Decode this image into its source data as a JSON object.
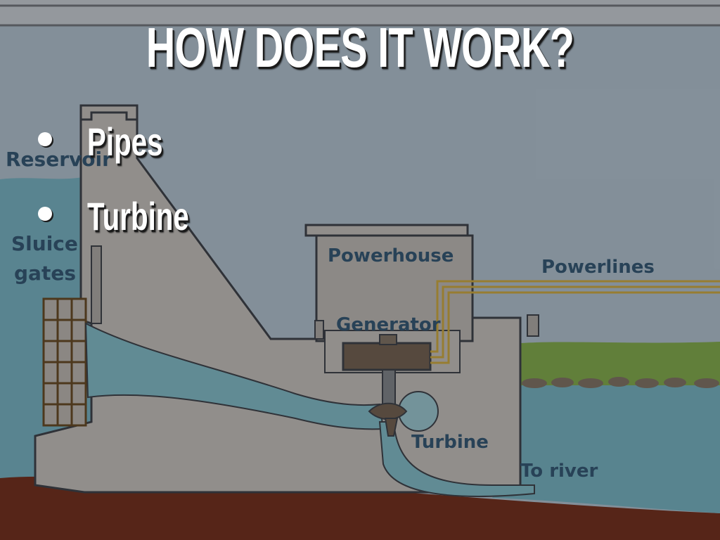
{
  "slide": {
    "title": "HOW DOES IT WORK?",
    "bullets": [
      {
        "text": "Pipes"
      },
      {
        "text": "Turbine"
      }
    ]
  },
  "diagram": {
    "labels": {
      "reservoir": "Reservoir",
      "sluice_line1": "Sluice",
      "sluice_line2": "gates",
      "powerhouse": "Powerhouse",
      "powerlines": "Powerlines",
      "generator": "Generator",
      "turbine": "Turbine",
      "to_river": "To river"
    }
  },
  "colors": {
    "sky": "#c2d6e3",
    "reservoir_water": "#7fc4d4",
    "river_water": "#7cc3d2",
    "dam_concrete": "#d9d4cc",
    "ground": "#7a2a12",
    "grass": "#8bbb4a",
    "label_text": "#2f5a78",
    "title_text": "#ffffff",
    "powerline": "#e2b93a"
  }
}
